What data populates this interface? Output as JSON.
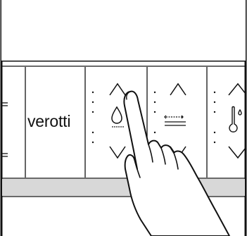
{
  "brand": {
    "name": "verotti"
  },
  "panel": {
    "controls": [
      {
        "id": "humidity",
        "icon": "water-drop-icon",
        "up": "chevron-up-icon",
        "down": "chevron-down-icon"
      },
      {
        "id": "fan",
        "icon": "fan-speed-icon",
        "up": "chevron-up-icon",
        "down": "chevron-down-icon"
      },
      {
        "id": "temperature",
        "icon": "thermometer-icon",
        "up": "chevron-up-icon",
        "down": "chevron-down-icon"
      }
    ]
  },
  "colors": {
    "line": "#111111",
    "background": "#ffffff",
    "strip": "#d8d8d8"
  },
  "overlay": {
    "hand": "pointing-hand-icon"
  }
}
